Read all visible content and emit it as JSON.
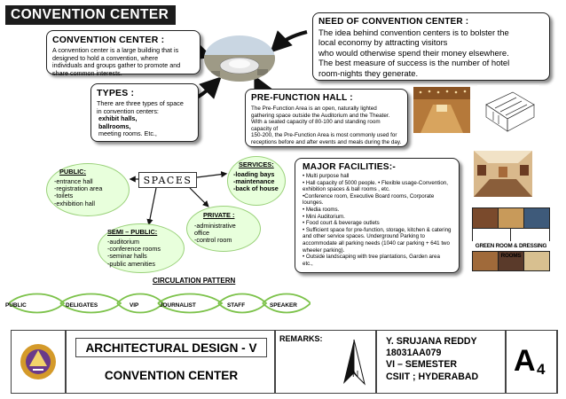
{
  "header": {
    "title": "CONVENTION CENTER"
  },
  "need": {
    "heading": "NEED OF CONVENTION CENTER :",
    "lines": [
      "The idea behind convention centers is to bolster the",
      "local economy by attracting visitors",
      "who would otherwise spend their money elsewhere.",
      "The best measure of success is the number of hotel",
      "room-nights they generate."
    ]
  },
  "definition": {
    "heading": "CONVENTION CENTER :",
    "lines": [
      "A convention center is a large building that is",
      "designed to hold a convention, where",
      "individuals and groups gather to promote and",
      "share common interests."
    ]
  },
  "types": {
    "heading": "TYPES :",
    "intro_lines": [
      "There are three types of space",
      "in convention centers:"
    ],
    "items": [
      "exhibit halls,",
      "ballrooms,",
      "meeting rooms. Etc.,"
    ]
  },
  "prefunction": {
    "heading": "PRE-FUNCTION HALL :",
    "lines": [
      "The Pre-Function Area is an open, naturally lighted",
      "gathering space outside the Auditorium and the Theater.",
      "With a seated capacity of 80-100 and standing room capacity of",
      "150-200, the Pre-Function Area is most commonly used for",
      "receptions before and after events and meals during the day."
    ]
  },
  "spaces": {
    "label": "SPACES",
    "public": {
      "heading": "PUBLIC:",
      "items": [
        "-entrance hall",
        "-registration area",
        "-toilets",
        "-exhibition hall"
      ]
    },
    "services": {
      "heading": "SERVICES:",
      "items": [
        "-loading bays",
        "-maintenance",
        "-back of house"
      ]
    },
    "private": {
      "heading": "PRIVATE :",
      "items": [
        "-administrative",
        "office",
        "-control room"
      ]
    },
    "semi_public": {
      "heading": "SEMI – PUBLIC:",
      "items": [
        "-auditorium",
        "-conference rooms",
        "-seminar halls",
        "-public amenities"
      ]
    }
  },
  "facilities": {
    "heading": "MAJOR FACILITIES:-",
    "lines": [
      "• Multi purpose hall",
      "• Hall capacity of 5000 people. • Flexible usage-Convention,",
      "exhibition spaces & ball rooms , etc.",
      "•Conference room, Executive Board rooms, Corporate",
      "lounges.",
      "• Media rooms.",
      "• Mini Auditorium.",
      "• Food court & beverage outlets",
      "• Sufficient space for pre-function, storage, kitchen & catering",
      "and other service spaces. Underground Parking to",
      "accommodate all parking needs (1040 car parking + 641 two",
      "wheeler parking).",
      "• Outside landscaping with tree plantations, Garden area etc.,"
    ]
  },
  "photos": {
    "green_room_caption": "GREEN ROOM & DRESSING ROOMS"
  },
  "circulation": {
    "title": "CIRCULATION  PATTERN",
    "labels": [
      "PUBLIC",
      "DELIGATES",
      "VIP",
      "JOURNALIST",
      "STAFF",
      "SPEAKER"
    ]
  },
  "footer": {
    "course": "ARCHITECTURAL DESIGN - V",
    "project": "CONVENTION CENTER",
    "remarks_label": "REMARKS:",
    "north": "N",
    "student_lines": [
      "Y. SRUJANA REDDY",
      "18031AA079",
      "VI – SEMESTER",
      "CSIIT ; HYDERABAD"
    ],
    "sheet_letter": "A",
    "sheet_number": "4"
  },
  "colors": {
    "title_bg": "#1c1c1c",
    "bubble_fill": "#e8ffdc",
    "circulation_green": "#7cc24a"
  }
}
